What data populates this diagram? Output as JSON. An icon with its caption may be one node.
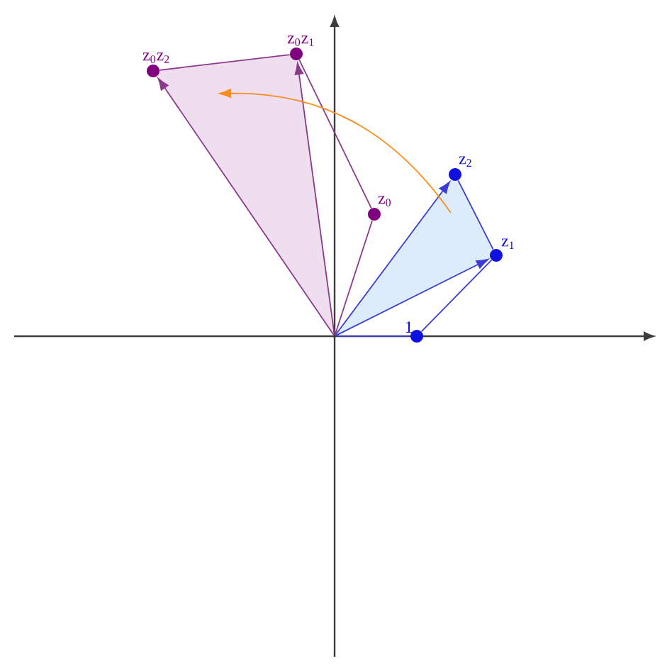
{
  "diagram": {
    "nodes": [
      {
        "text": [],
        "shape": "point"
      },
      {
        "text": [
          "1"
        ]
      },
      {
        "text": [
          "z$_{1}$"
        ]
      },
      {
        "text": [
          "z$_{2}$"
        ]
      },
      {
        "text": [
          "z$_{0}$"
        ]
      },
      {
        "text": [
          "z$_{0}$z$_{1}$"
        ]
      },
      {
        "text": [
          "z$_{0}$z$_{2}$"
        ]
      },
      {
        "text": [],
        "shape": "triangle"
      },
      {
        "text": [],
        "shape": "triangle"
      }
    ],
    "edges": [
      {
        "from": 0,
        "to": 2,
        "arrow": "to",
        "color": "#3b3bd6"
      },
      {
        "from": 0,
        "to": 3,
        "arrow": "to",
        "color": "#3b3bd6"
      },
      {
        "from": 0,
        "to": 1,
        "arrow": "none",
        "color": "#3b3bd6"
      },
      {
        "from": 1,
        "to": 2,
        "arrow": "none",
        "color": "#3b3bd6"
      },
      {
        "from": 2,
        "to": 3,
        "arrow": "none",
        "color": "#3b3bd6"
      },
      {
        "from": 0,
        "to": 4,
        "arrow": "none",
        "color": "#8b3a8b"
      },
      {
        "from": 4,
        "to": 5,
        "arrow": "none",
        "color": "#8b3a8b"
      },
      {
        "from": 0,
        "to": 5,
        "arrow": "to",
        "color": "#8b3a8b"
      },
      {
        "from": 0,
        "to": 6,
        "arrow": "to",
        "color": "#8b3a8b"
      },
      {
        "from": 5,
        "to": 6,
        "arrow": "none",
        "color": "#8b3a8b"
      },
      {
        "from": 8,
        "to": 7,
        "arrow": "to",
        "color": "#ff8c1a"
      }
    ]
  }
}
